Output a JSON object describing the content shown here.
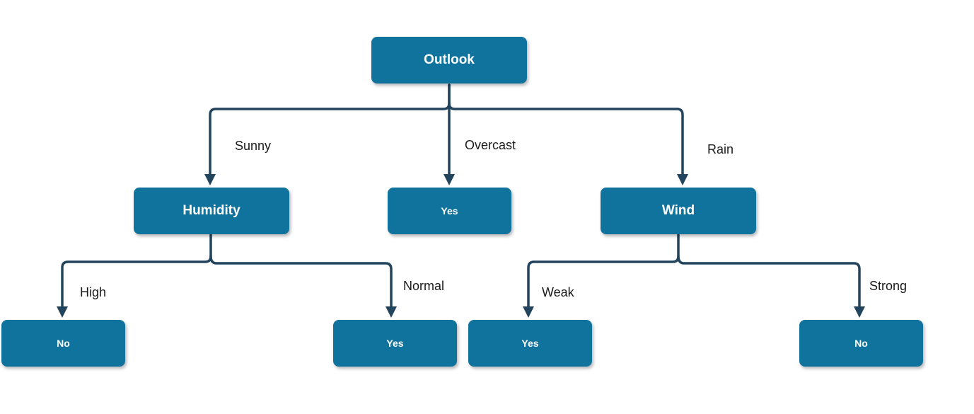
{
  "nodes": {
    "outlook": "Outlook",
    "humidity": "Humidity",
    "overcast_yes": "Yes",
    "wind": "Wind",
    "high_no": "No",
    "normal_yes": "Yes",
    "weak_yes": "Yes",
    "strong_no": "No"
  },
  "edges": {
    "sunny": "Sunny",
    "overcast": "Overcast",
    "rain": "Rain",
    "high": "High",
    "normal": "Normal",
    "weak": "Weak",
    "strong": "Strong"
  },
  "colors": {
    "node_fill": "#10739e",
    "node_text": "#ffffff",
    "connector": "#23445d"
  }
}
